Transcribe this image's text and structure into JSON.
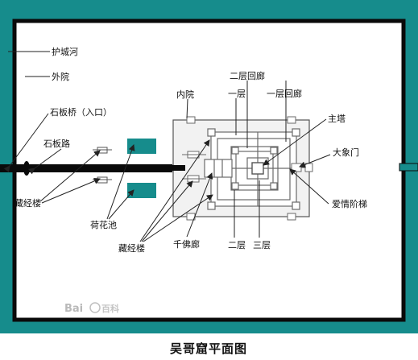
{
  "colors": {
    "moat": "#168c8c",
    "outer_wall": "#0a0a0a",
    "pond": "#168c8c",
    "road": "#0a0a0a",
    "line": "#222222",
    "inner_fill": "#f2f2f2",
    "structure": "#6a6a6a"
  },
  "labels": {
    "moat": "护城河",
    "outer_courtyard": "外院",
    "stone_bridge": "石板桥（入口）",
    "stone_road": "石板路",
    "sutra_pavilion_left": "藏经楼",
    "lotus_pond": "荷花池",
    "sutra_pavilion_bottom": "藏经楼",
    "inner_courtyard": "内院",
    "second_floor_corridor": "二层回廊",
    "first_floor": "一层",
    "first_floor_corridor": "一层回廊",
    "main_tower": "主塔",
    "great_elephant_gate": "大象门",
    "love_stairs": "爱情阶梯",
    "thousand_buddha_gallery": "千佛廊",
    "second_floor": "二层",
    "third_floor": "三层"
  },
  "watermark": {
    "brand": "Bai",
    "brand_suffix": "百科"
  },
  "caption": "吴哥窟平面图"
}
